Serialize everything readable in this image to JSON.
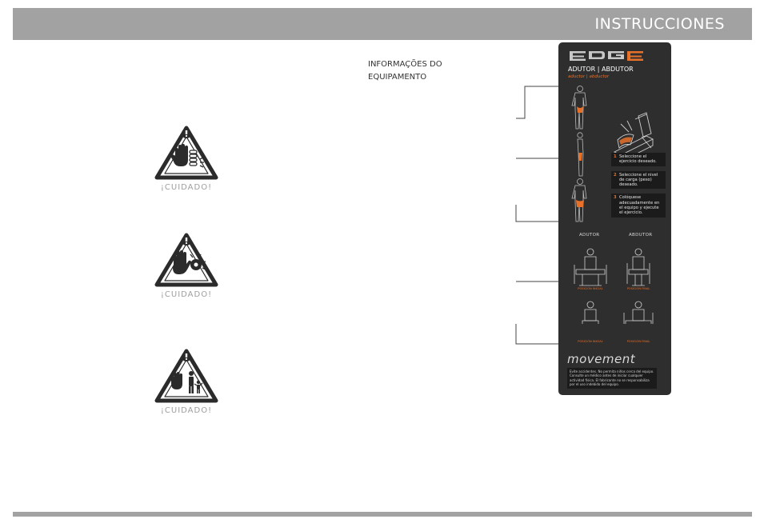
{
  "header": {
    "title": "INSTRUCCIONES"
  },
  "info": {
    "line1": "INFORMAÇÕES DO",
    "line2": "EQUIPAMENTO"
  },
  "warnings": [
    {
      "label": "¡CUIDADO!",
      "icon": "hand-crush-warning-icon"
    },
    {
      "label": "¡CUIDADO!",
      "icon": "hand-pinch-warning-icon"
    },
    {
      "label": "¡CUIDADO!",
      "icon": "child-warning-icon"
    }
  ],
  "panel": {
    "brand": "EDGE",
    "title": "ADUTOR | ABDUTOR",
    "subtitle": "aductor | abductor",
    "steps": [
      {
        "num": "1",
        "text": "Seleccione el ejercicio deseado."
      },
      {
        "num": "2",
        "text": "Seleccione el nivel de carga (peso) deseado."
      },
      {
        "num": "3",
        "text": "Colóquese adecuadamente en el equipo y ejecute el ejercicio."
      }
    ],
    "col_left": "ADUTOR",
    "col_right": "ABDUTOR",
    "pos_initial": "POSICIÓN INICIAL",
    "pos_final": "POSICIÓN FINAL",
    "footer_brand": "movement",
    "note": "Evite accidentes. No permita niños cerca del equipo. Consulte un médico antes de iniciar cualquier actividad física. El fabricante no se responsabiliza por el uso indebido del equipo."
  },
  "colors": {
    "accent": "#e8712a",
    "bar": "#a2a2a2",
    "panel": "#2e2e2e"
  }
}
